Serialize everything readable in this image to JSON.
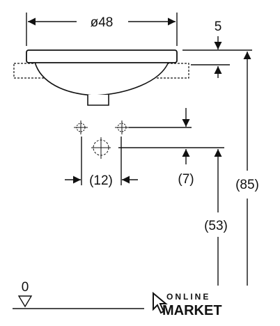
{
  "dimensions": {
    "diameter": "ø48",
    "rim_height": "5",
    "total_height": "(85)",
    "waste_height": "(53)",
    "tap_offset": "(7)",
    "tap_spacing": "(12)",
    "floor_level": "0"
  },
  "logo": {
    "line1": "ONLINE",
    "line2": "MARKET"
  }
}
